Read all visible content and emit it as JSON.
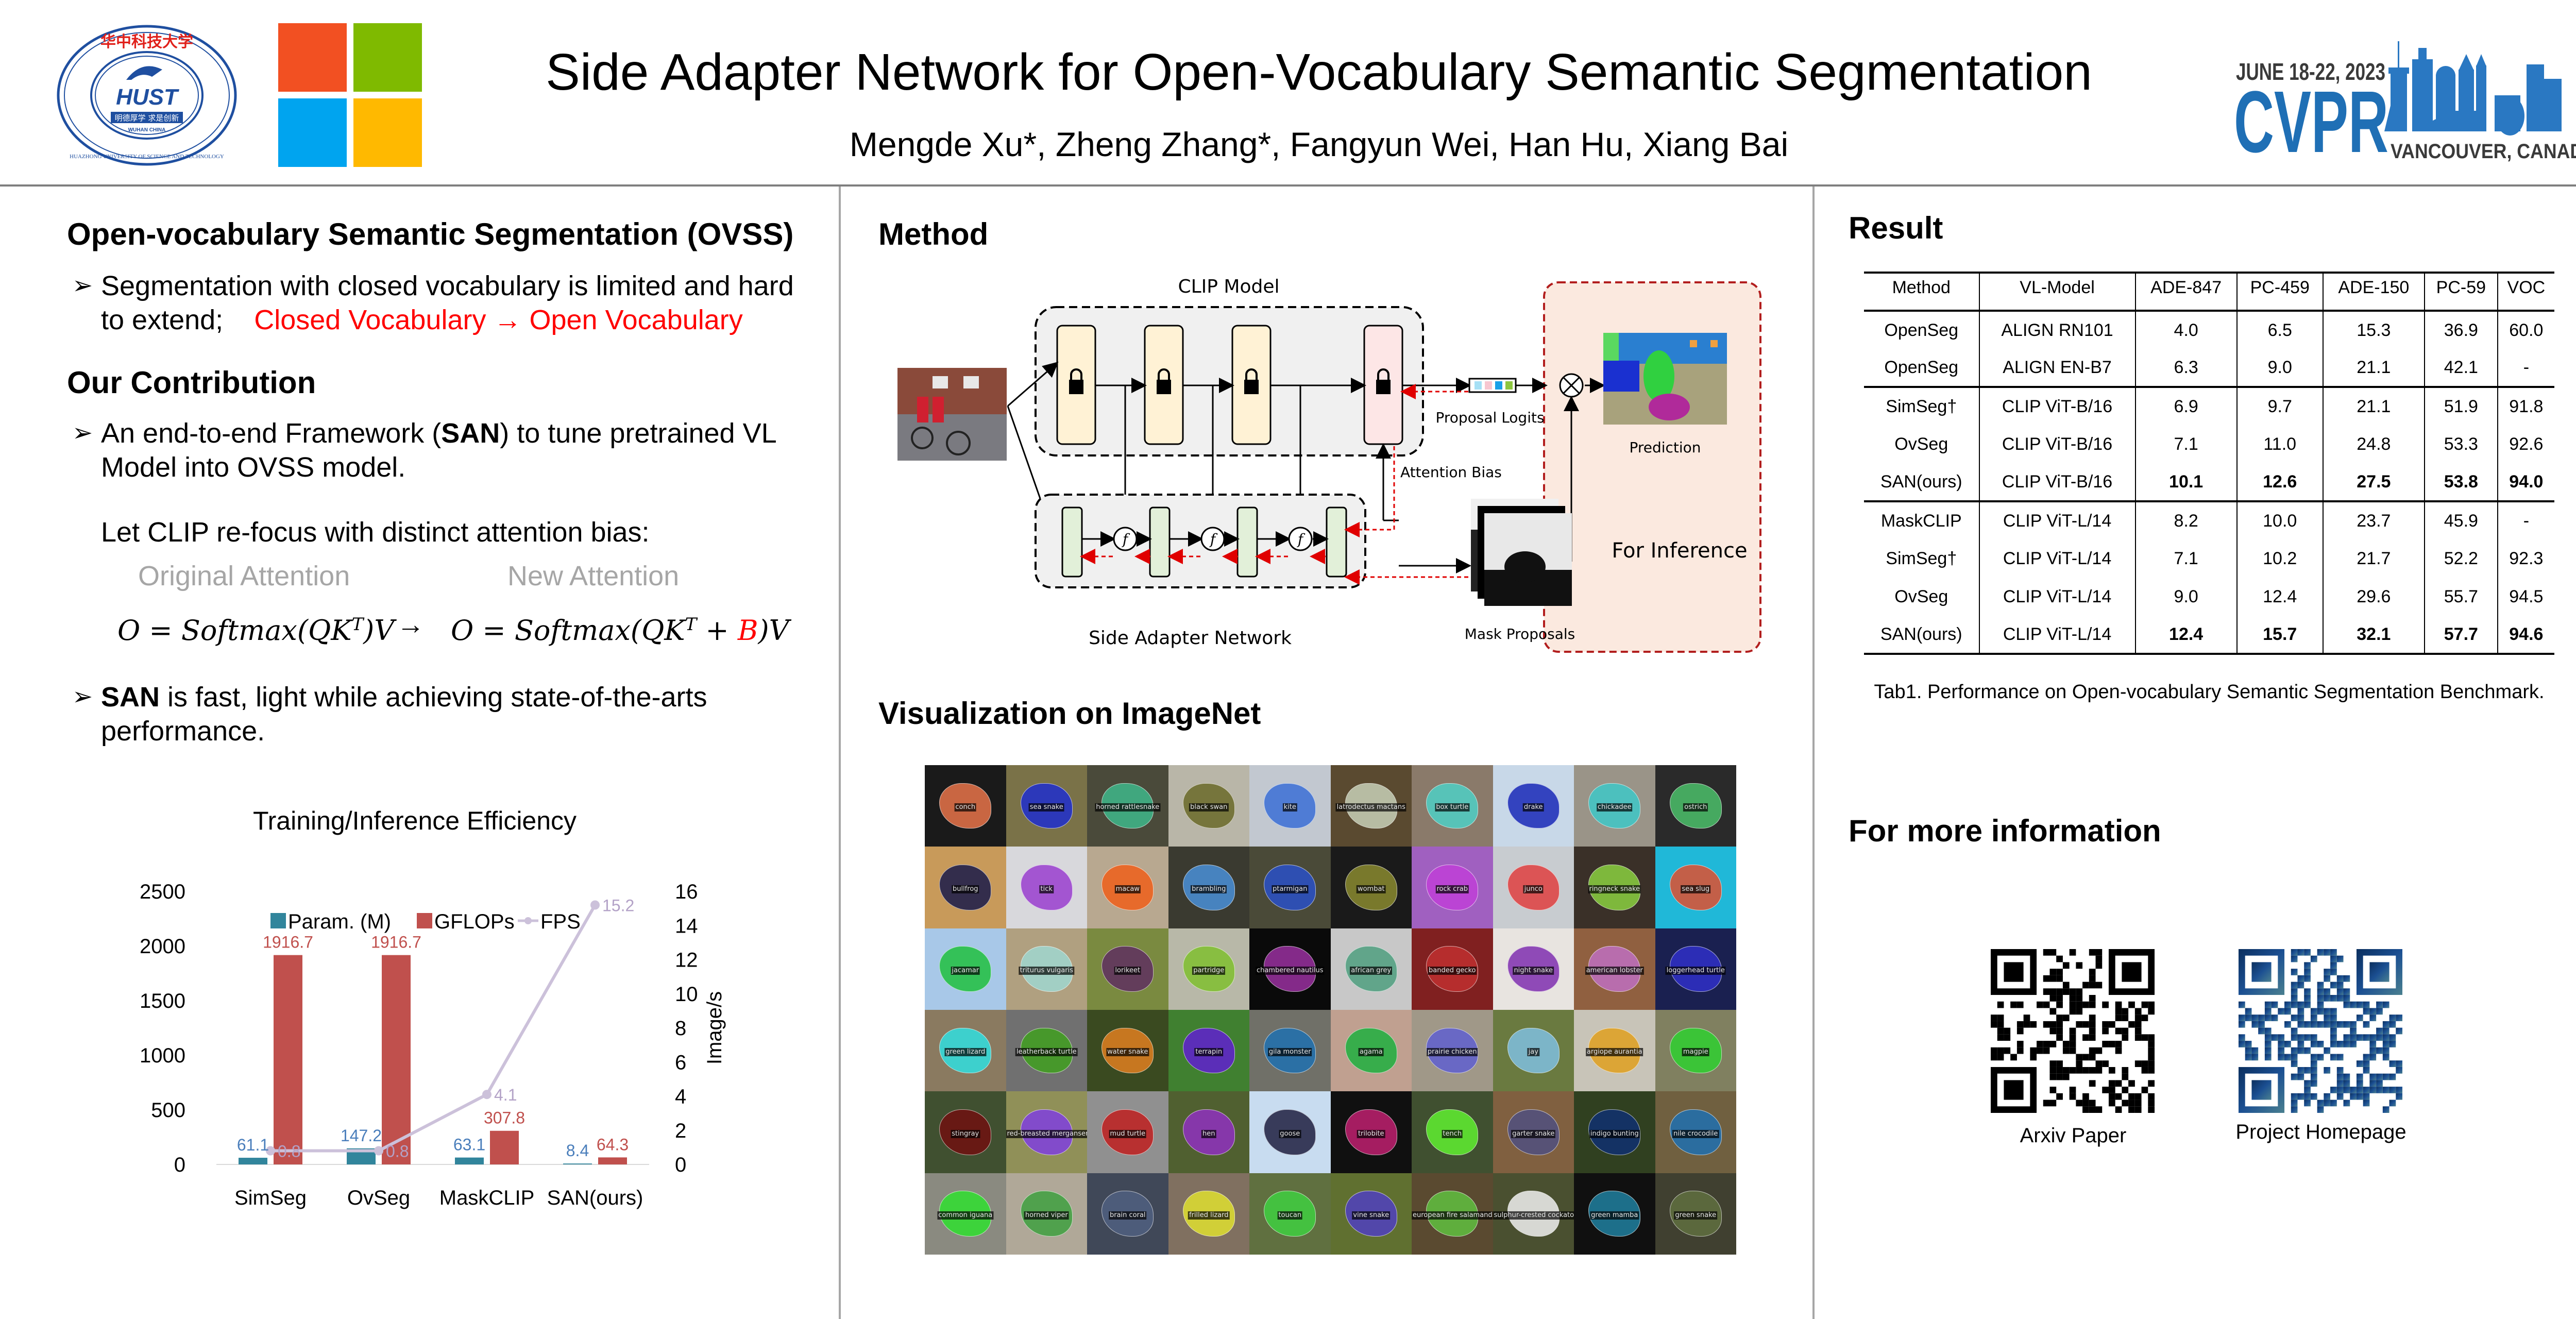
{
  "header": {
    "title": "Side Adapter Network for Open-Vocabulary Semantic Segmentation",
    "authors": "Mengde Xu*, Zheng Zhang*, Fangyun Wei, Han Hu, Xiang Bai",
    "hust_logo": {
      "top_text": "华中科技大学",
      "ring_text": "HUAZHONG UNIVERSITY OF SCIENCE AND TECHNOLOGY",
      "center_text": "HUST",
      "motto": "明德厚学 求是创新",
      "location": "WUHAN CHINA"
    },
    "ms_logo_colors": [
      "#f25022",
      "#7fba00",
      "#00a4ef",
      "#ffb900"
    ],
    "cvpr": {
      "dates": "JUNE 18-22, 2023",
      "name": "CVPR",
      "location": "VANCOUVER, CANADA",
      "color": "#1f6fb5"
    }
  },
  "left": {
    "ovss_heading": "Open-vocabulary Semantic Segmentation (OVSS)",
    "ovss_bullet_line1": "Segmentation with closed vocabulary is limited and hard",
    "ovss_bullet_line2_prefix": "to extend;",
    "ovss_bullet_highlight": "Closed Vocabulary → Open Vocabulary",
    "contribution_heading": "Our Contribution",
    "contrib_line1_a": "An end-to-end Framework (",
    "contrib_line1_bold": "SAN",
    "contrib_line1_b": ") to tune pretrained VL",
    "contrib_line2": "Model into OVSS model.",
    "refocus": "Let CLIP re-focus with distinct attention bias:",
    "original_attention": "Original Attention",
    "new_attention": "New Attention",
    "eq_original": "O = Softmax(QK",
    "eq_sup": "T",
    "eq_original_end": ")V",
    "eq_arrow": "→",
    "eq_new": "O = Softmax(QK",
    "eq_new_plus": " + ",
    "eq_new_bias": "B",
    "eq_new_end": ")V",
    "san_bold": "SAN",
    "san_line1": " is fast, light while achieving state-of-the-arts",
    "san_line2": "performance.",
    "bullet_glyph": "➢"
  },
  "chart_data": {
    "type": "bar",
    "title": "Training/Inference Efficiency",
    "categories": [
      "SimSeg",
      "OvSeg",
      "MaskCLIP",
      "SAN(ours)"
    ],
    "series": [
      {
        "name": "Param. (M)",
        "type": "bar",
        "axis": "left",
        "color": "#31859c",
        "label_color": "#4a7ebb",
        "values": [
          61.1,
          147.2,
          63.1,
          8.4
        ]
      },
      {
        "name": "GFLOPs",
        "type": "bar",
        "axis": "left",
        "color": "#c0504d",
        "label_color": "#c0504d",
        "values": [
          1916.7,
          1916.7,
          307.8,
          64.3
        ]
      },
      {
        "name": "FPS",
        "type": "line",
        "axis": "right",
        "color": "#ccc1da",
        "label_color": "#b3a2c7",
        "values": [
          0.8,
          0.8,
          4.1,
          15.2
        ]
      }
    ],
    "y_left": {
      "min": 0,
      "max": 2500,
      "ticks": [
        0,
        500,
        1000,
        1500,
        2000,
        2500
      ],
      "label": ""
    },
    "y_right": {
      "min": 0,
      "max": 16,
      "ticks": [
        0,
        2,
        4,
        6,
        8,
        10,
        12,
        14,
        16
      ],
      "label": "Image/s"
    },
    "legend_position": "top",
    "grid": false
  },
  "method": {
    "heading": "Method",
    "clip_model": "CLIP Model",
    "side_adapter": "Side Adapter Network",
    "proposal_logits": "Proposal Logits",
    "prediction": "Prediction",
    "attention_bias": "Attention Bias",
    "mask_proposals": "Mask Proposals",
    "for_inference": "For Inference",
    "fusion_symbol": "f",
    "multiply_symbol": "⊗"
  },
  "visualization": {
    "heading": "Visualization on ImageNet",
    "cells": [
      {
        "label": "conch",
        "color": "#e8744a",
        "bg": "#1a1a1a"
      },
      {
        "label": "sea snake",
        "color": "#1f2fcf",
        "bg": "#7a7248"
      },
      {
        "label": "horned rattlesnake",
        "color": "#3fb88a",
        "bg": "#4a4a3a"
      },
      {
        "label": "black swan",
        "color": "#6b6a2a",
        "bg": "#b9b6a8"
      },
      {
        "label": "kite",
        "color": "#3b6fd6",
        "bg": "#c2c8d0"
      },
      {
        "label": "latrodectus mactans",
        "color": "#c8d0b8",
        "bg": "#5a4a30"
      },
      {
        "label": "box turtle",
        "color": "#4fd0c6",
        "bg": "#8a7a6a"
      },
      {
        "label": "drake",
        "color": "#1a2ab8",
        "bg": "#c8d8e8"
      },
      {
        "label": "chickadee",
        "color": "#3fc8c8",
        "bg": "#9a9488"
      },
      {
        "label": "ostrich",
        "color": "#4cc06a",
        "bg": "#2a2a2a"
      },
      {
        "label": "bullfrog",
        "color": "#1a1a4a",
        "bg": "#c89a5a"
      },
      {
        "label": "tick",
        "color": "#9a3fd0",
        "bg": "#d8d8dc"
      },
      {
        "label": "macaw",
        "color": "#f0601a",
        "bg": "#b8a890"
      },
      {
        "label": "brambling",
        "color": "#4a90d8",
        "bg": "#3a3a30"
      },
      {
        "label": "ptarmigan",
        "color": "#2a50c8",
        "bg": "#4a4a38"
      },
      {
        "label": "wombat",
        "color": "#8a8a30",
        "bg": "#1a1a1a"
      },
      {
        "label": "rock crab",
        "color": "#c040d8",
        "bg": "#a060c0"
      },
      {
        "label": "junco",
        "color": "#e04040",
        "bg": "#c8ccd0"
      },
      {
        "label": "ringneck snake",
        "color": "#8ad040",
        "bg": "#3a3028"
      },
      {
        "label": "sea slug",
        "color": "#e05030",
        "bg": "#20b8d8"
      },
      {
        "label": "jacamar",
        "color": "#20c040",
        "bg": "#a8c8e8"
      },
      {
        "label": "triturus vulgaris",
        "color": "#a0d8d0",
        "bg": "#b0a080"
      },
      {
        "label": "lorikeet",
        "color": "#603060",
        "bg": "#7a8a40"
      },
      {
        "label": "partridge",
        "color": "#80c030",
        "bg": "#b8b8a8"
      },
      {
        "label": "chambered nautilus",
        "color": "#9a30a0",
        "bg": "#0a0a0a"
      },
      {
        "label": "african grey",
        "color": "#50a080",
        "bg": "#c8c8c8"
      },
      {
        "label": "banded gecko",
        "color": "#c03030",
        "bg": "#802020"
      },
      {
        "label": "night snake",
        "color": "#8030b0",
        "bg": "#e8e4e0"
      },
      {
        "label": "american lobster",
        "color": "#c070c0",
        "bg": "#906040"
      },
      {
        "label": "loggerhead turtle",
        "color": "#3030c8",
        "bg": "#1a2050"
      },
      {
        "label": "green lizard",
        "color": "#30e0e0",
        "bg": "#8a7a60"
      },
      {
        "label": "leatherback turtle",
        "color": "#40a020",
        "bg": "#707070"
      },
      {
        "label": "water snake",
        "color": "#e08020",
        "bg": "#3a4a20"
      },
      {
        "label": "terrapin",
        "color": "#6020d0",
        "bg": "#408030"
      },
      {
        "label": "gila monster",
        "color": "#2070b0",
        "bg": "#707068"
      },
      {
        "label": "agama",
        "color": "#20b040",
        "bg": "#c0a090"
      },
      {
        "label": "prairie chicken",
        "color": "#6060d0",
        "bg": "#a09888"
      },
      {
        "label": "jay",
        "color": "#80c0e0",
        "bg": "#6a7a40"
      },
      {
        "label": "argiope aurantia",
        "color": "#e0a020",
        "bg": "#c8c4b8"
      },
      {
        "label": "magpie",
        "color": "#30d030",
        "bg": "#808060"
      },
      {
        "label": "stingray",
        "color": "#701010",
        "bg": "#405030"
      },
      {
        "label": "red-breasted merganser",
        "color": "#8040e0",
        "bg": "#909058"
      },
      {
        "label": "mud turtle",
        "color": "#c02020",
        "bg": "#909090"
      },
      {
        "label": "hen",
        "color": "#9030c0",
        "bg": "#506030"
      },
      {
        "label": "goose",
        "color": "#202040",
        "bg": "#c8dcf0"
      },
      {
        "label": "trilobite",
        "color": "#c02070",
        "bg": "#101010"
      },
      {
        "label": "tench",
        "color": "#60f030",
        "bg": "#405030"
      },
      {
        "label": "garter snake",
        "color": "#505080",
        "bg": "#806040"
      },
      {
        "label": "indigo bunting",
        "color": "#103070",
        "bg": "#304020"
      },
      {
        "label": "nile crocodile",
        "color": "#2070b0",
        "bg": "#706040"
      },
      {
        "label": "common iguana",
        "color": "#30e030",
        "bg": "#8a8a80"
      },
      {
        "label": "horned viper",
        "color": "#40a040",
        "bg": "#b0a898"
      },
      {
        "label": "brain coral",
        "color": "#506080",
        "bg": "#404858"
      },
      {
        "label": "frilled lizard",
        "color": "#e0e030",
        "bg": "#807060"
      },
      {
        "label": "toucan",
        "color": "#40d040",
        "bg": "#607040"
      },
      {
        "label": "vine snake",
        "color": "#5040c0",
        "bg": "#607030"
      },
      {
        "label": "european fire salamander",
        "color": "#60c040",
        "bg": "#5a4a30"
      },
      {
        "label": "sulphur-crested cockatoo",
        "color": "#f0f0f0",
        "bg": "#4a5030"
      },
      {
        "label": "green mamba",
        "color": "#2080a0",
        "bg": "#101010"
      },
      {
        "label": "green snake",
        "color": "#607040",
        "bg": "#404030"
      }
    ]
  },
  "results": {
    "heading": "Result",
    "columns": [
      "Method",
      "VL-Model",
      "ADE-847",
      "PC-459",
      "ADE-150",
      "PC-59",
      "VOC"
    ],
    "groups": [
      [
        {
          "method": "OpenSeg",
          "vl": "ALIGN RN101",
          "values": [
            "4.0",
            "6.5",
            "15.3",
            "36.9",
            "60.0"
          ],
          "bold": false
        },
        {
          "method": "OpenSeg",
          "vl": "ALIGN EN-B7",
          "values": [
            "6.3",
            "9.0",
            "21.1",
            "42.1",
            "-"
          ],
          "bold": false
        }
      ],
      [
        {
          "method": "SimSeg†",
          "vl": "CLIP ViT-B/16",
          "values": [
            "6.9",
            "9.7",
            "21.1",
            "51.9",
            "91.8"
          ],
          "bold": false
        },
        {
          "method": "OvSeg",
          "vl": "CLIP ViT-B/16",
          "values": [
            "7.1",
            "11.0",
            "24.8",
            "53.3",
            "92.6"
          ],
          "bold": false
        },
        {
          "method": "SAN(ours)",
          "vl": "CLIP ViT-B/16",
          "values": [
            "10.1",
            "12.6",
            "27.5",
            "53.8",
            "94.0"
          ],
          "bold": true
        }
      ],
      [
        {
          "method": "MaskCLIP",
          "vl": "CLIP ViT-L/14",
          "values": [
            "8.2",
            "10.0",
            "23.7",
            "45.9",
            "-"
          ],
          "bold": false
        },
        {
          "method": "SimSeg†",
          "vl": "CLIP ViT-L/14",
          "values": [
            "7.1",
            "10.2",
            "21.7",
            "52.2",
            "92.3"
          ],
          "bold": false
        },
        {
          "method": "OvSeg",
          "vl": "CLIP ViT-L/14",
          "values": [
            "9.0",
            "12.4",
            "29.6",
            "55.7",
            "94.5"
          ],
          "bold": false
        },
        {
          "method": "SAN(ours)",
          "vl": "CLIP ViT-L/14",
          "values": [
            "12.4",
            "15.7",
            "32.1",
            "57.7",
            "94.6"
          ],
          "bold": true
        }
      ]
    ],
    "caption": "Tab1. Performance on Open-vocabulary Semantic Segmentation Benchmark."
  },
  "more_info": {
    "heading": "For more information",
    "qr_arxiv_label": "Arxiv Paper",
    "qr_project_label": "Project Homepage"
  }
}
